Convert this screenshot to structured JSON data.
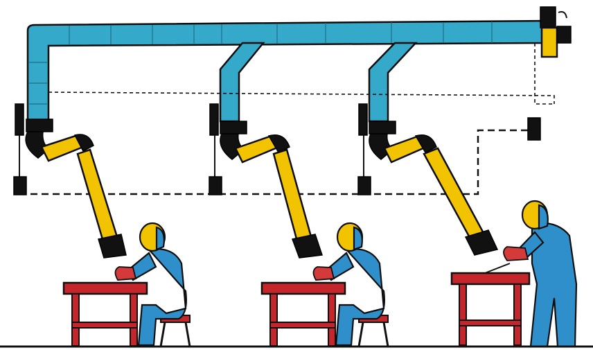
{
  "illustration": {
    "subject": "",
    "colors": {
      "duct": "#35a9c9",
      "extraction_arm": "#f2c300",
      "workbench": "#c5262b",
      "worker_suit": "#2f8fca",
      "helmet": "#f2c300",
      "cable": "#111111"
    },
    "stations": [
      {
        "id": 1,
        "posture": "seated"
      },
      {
        "id": 2,
        "posture": "seated"
      },
      {
        "id": 3,
        "posture": "standing"
      }
    ]
  }
}
